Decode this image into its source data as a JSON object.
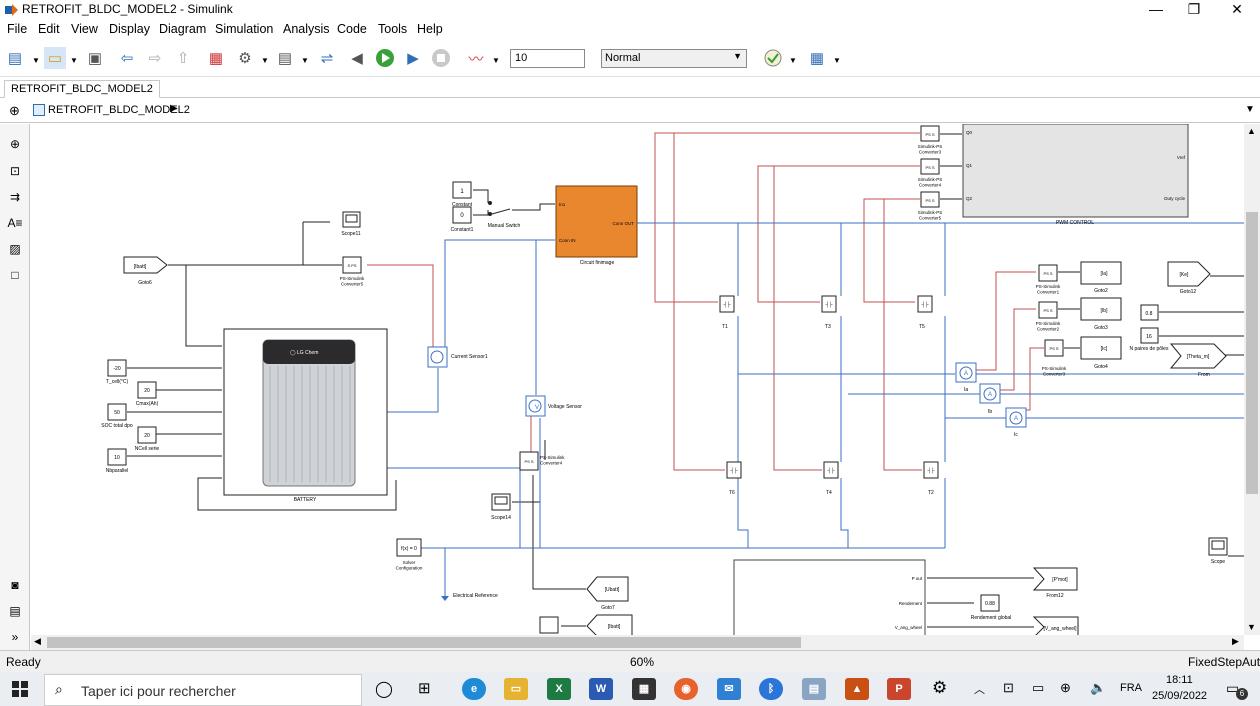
{
  "window": {
    "title": "RETROFIT_BLDC_MODEL2 - Simulink",
    "minimize": "—",
    "maximize": "❐",
    "close": "✕"
  },
  "menu": [
    "File",
    "Edit",
    "View",
    "Display",
    "Diagram",
    "Simulation",
    "Analysis",
    "Code",
    "Tools",
    "Help"
  ],
  "toolbar": {
    "stop_time": "10",
    "sim_mode": "Normal"
  },
  "tab": "RETROFIT_BLDC_MODEL2",
  "breadcrumb": "RETROFIT_BLDC_MODEL2",
  "status": {
    "left": "Ready",
    "zoom": "60%",
    "solver": "FixedStepAuto"
  },
  "taskbar": {
    "search_placeholder": "Taper ici pour rechercher",
    "lang": "FRA",
    "time": "18:11",
    "date": "25/09/2022",
    "notifications": "6"
  },
  "diagram": {
    "blocks": {
      "constant1": "1",
      "constant": "Constant",
      "constant0": "0",
      "constant1_label": "Constant1",
      "manual_switch": "Manual Switch",
      "circuit": "Circuit finimage",
      "conn_out": "Conn OUT",
      "conn1": "In1",
      "conn_in": "Conn IN",
      "scope11": "Scope11",
      "pss_conv5": "PS-Simulink\nConverter5",
      "goto6_tag": "[Ibatt]",
      "goto6": "Goto6",
      "tcell_val": "-20",
      "tcell": "T_cell(°C)",
      "cmax_val": "20",
      "cmax": "Cmax(Ah)",
      "soc_val": "50",
      "soc": "SOC total dpo",
      "ncell_val": "20",
      "ncell": "NCell serie",
      "npar_val": "10",
      "npar": "Nbparallel",
      "battery": "BATTERY",
      "lg_logo": "LG Chem",
      "current_sensor": "Current Sensor1",
      "voltage_sensor": "Voltage Sensor",
      "pss_conv4": "PS-Simulink\nConverter4",
      "scope14": "Scope14",
      "solver_val": "f(x) = 0",
      "solver": "Solver\nConfiguration",
      "elec_ref": "Electrical Reference",
      "goto7_tag": "[Ubatt]",
      "goto7": "Goto7",
      "goto_ibatt2": "[Ibatt]",
      "t1": "T1",
      "t3": "T3",
      "t5": "T5",
      "t6": "T6",
      "t4": "T4",
      "t2": "T2",
      "sps3": "Simulink-PS\nConverter3",
      "sps4": "Simulink-PS\nConverter4",
      "sps5": "Simulink-PS\nConverter5",
      "pwm": "PWM CONTROL",
      "q0": "Q0",
      "q1": "Q1",
      "q2": "Q2",
      "vref": "Vref",
      "duty": "Duty cycle",
      "ia": "Ia",
      "ib": "Ib",
      "ic": "Ic",
      "psconv1": "PS-Simulink\nConverter1",
      "psconv2": "PS-Simulink\nConverter2",
      "psconv3": "PS-Simulink\nConverter3",
      "goto2_tag": "[Ia]",
      "goto2": "Goto2",
      "goto3_tag": "[Ib]",
      "goto3": "Goto3",
      "goto4_tag": "[Ic]",
      "goto4": "Goto4",
      "goto12_tag": "[Ke]",
      "goto12": "Goto12",
      "k08": "0.8",
      "k16": "16",
      "npoles": "N paires de pôles",
      "from_tag": "[Theta_m]",
      "from": "From",
      "scope": "Scope",
      "from12_tag": "[P'mot]",
      "from12": "From12",
      "rend_val": "0.88",
      "rend": "Rendement global",
      "v_ang": "[V_ang_wheel]",
      "pout": "P out",
      "rendement": "Rendement",
      "v_ang_label": "V_ang_wheel"
    }
  }
}
